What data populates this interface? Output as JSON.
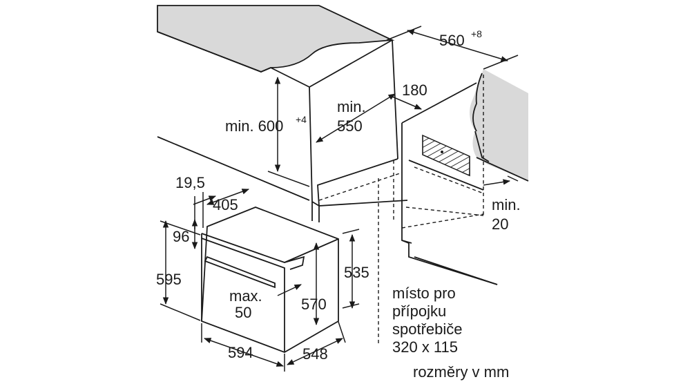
{
  "diagram": {
    "dimensions": {
      "niche_width": "560",
      "niche_width_tol": "+8",
      "niche_height": "min. 600",
      "niche_height_tol": "+4",
      "depth_min_1": "min.",
      "depth_min_2": "550",
      "vent_offset": "180",
      "gap_min_1": "min.",
      "gap_min_2": "20",
      "panel_thickness": "19,5",
      "door_depth": "405",
      "door_offset": "96",
      "oven_height": "595",
      "max_1": "max.",
      "max_2": "50",
      "body_height": "570",
      "body_height_rear": "535",
      "oven_width": "594",
      "oven_depth": "548"
    },
    "connection_note": [
      "místo pro",
      "přípojku",
      "spotřebiče",
      "320 x 115"
    ],
    "units_note": "rozměry v mm"
  },
  "colors": {
    "line": "#1a1a1a",
    "counter_fill": "#d9d9d9",
    "hatch": "#333333"
  }
}
